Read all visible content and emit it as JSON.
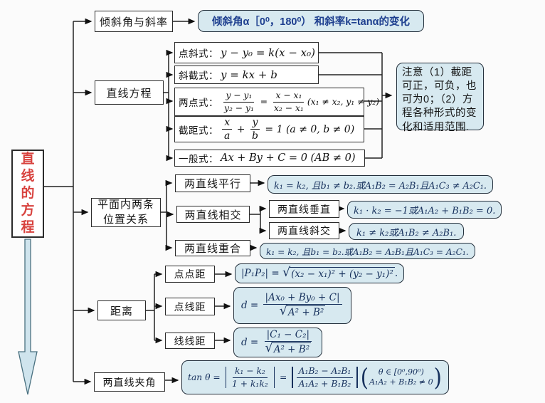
{
  "colors": {
    "root_title_red": "#d8433f",
    "formula_navy": "#16305c",
    "highlight_fill": "#d7e9f0",
    "node_border": "#2b2b2b",
    "line_color": "#1a1a1a",
    "background": "#fbfbfb"
  },
  "root": {
    "title": "直线的方程"
  },
  "slope": {
    "label": "倾斜角与斜率",
    "range_note": "倾斜角α［0⁰，180⁰） 和斜率k=tanα的变化"
  },
  "equation": {
    "label": "直线方程",
    "forms": [
      {
        "label": "点斜式：",
        "tokens": [
          "y − y₀ = k(x − x₀)"
        ]
      },
      {
        "label": "斜截式：",
        "tokens": [
          "y = kx + b"
        ]
      },
      {
        "label": "两点式：",
        "tokens": [
          {
            "frac": [
              "y − y₁",
              "y₂ − y₁"
            ]
          },
          " = ",
          {
            "frac": [
              "x − x₁",
              "x₂ − x₁"
            ]
          },
          "(x₁ ≠ x₂, y₁ ≠ y₂)"
        ]
      },
      {
        "label": "截距式：",
        "tokens": [
          {
            "frac": [
              "x",
              "a"
            ]
          },
          " + ",
          {
            "frac": [
              "y",
              "b"
            ]
          },
          " = 1 (a ≠ 0, b ≠ 0)"
        ]
      },
      {
        "label": "一般式：",
        "tokens": [
          "Ax + By + C = 0 (AB ≠ 0)"
        ]
      }
    ],
    "note": "注意（1）截距可正，可负，也可为0；（2）方程各种形式的变化和适用范围."
  },
  "position": {
    "label": "平面内两条位置关系",
    "parallel": {
      "label": "两直线平行",
      "tokens": [
        "k₁ = k₂, 且b₁ ≠ b₂.或A₁B₂ = A₂B₁且A₁C₃ ≠ A₂C₁."
      ]
    },
    "intersect": {
      "label": "两直线相交"
    },
    "perpendicular": {
      "label": "两直线垂直",
      "tokens": [
        "k₁ · k₂ = −1或A₁A₂ + B₁B₂ = 0."
      ]
    },
    "oblique": {
      "label": "两直线斜交",
      "tokens": [
        "k₁ ≠ k₂或A₁B₂ ≠ A₂B₁."
      ]
    },
    "coincide": {
      "label": "两直线重合",
      "tokens": [
        "k₁ = k₂, 且b₁ = b₂.或A₁B₂ = A₂B₁且A₁C₃ = A₂C₁."
      ]
    }
  },
  "distance": {
    "label": "距离",
    "point_point": {
      "label": "点点距",
      "tokens": [
        "|P₁P₂| = ",
        {
          "sqrt": "(x₂ − x₁)² + (y₂ − y₁)²"
        },
        "."
      ]
    },
    "point_line": {
      "label": "点线距",
      "tokens": [
        "d = ",
        {
          "frac": [
            "|Ax₀ + By₀ + C|",
            {
              "sqrt": "A² + B²"
            }
          ]
        }
      ]
    },
    "line_line": {
      "label": "线线距",
      "tokens": [
        "d = ",
        {
          "frac": [
            "|C₁ − C₂|",
            {
              "sqrt": "A² + B²"
            }
          ]
        }
      ]
    }
  },
  "angle": {
    "label": "两直线夹角",
    "tokens": [
      "tan θ = ",
      {
        "afrac": [
          "k₁ − k₂",
          "1 + k₁k₂"
        ]
      },
      " = ",
      {
        "afrac": [
          "A₁B₂ − A₂B₁",
          "A₁A₂ + B₁B₂"
        ]
      },
      {
        "pstack": [
          "θ ∈ [0⁰,90⁰)",
          "A₁A₂ + B₁B₂ ≠ 0"
        ]
      }
    ]
  }
}
